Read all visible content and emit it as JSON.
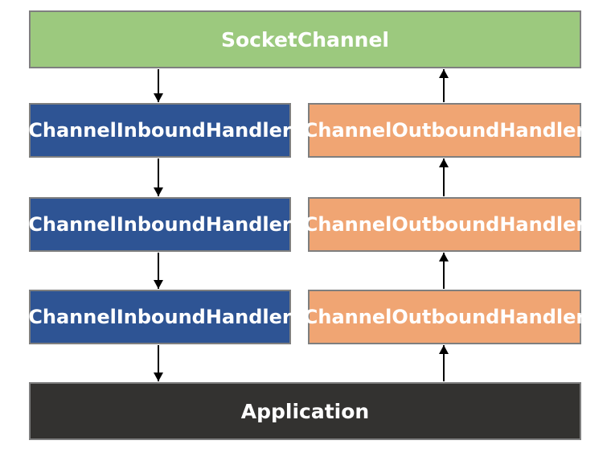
{
  "pipeline": {
    "socket": {
      "label": "SocketChannel"
    },
    "rows": [
      {
        "inbound": "ChannelInboundHandler",
        "outbound": "ChannelOutboundHandler"
      },
      {
        "inbound": "ChannelInboundHandler",
        "outbound": "ChannelOutboundHandler"
      },
      {
        "inbound": "ChannelInboundHandler",
        "outbound": "ChannelOutboundHandler"
      }
    ],
    "application": {
      "label": "Application"
    }
  },
  "colors": {
    "socket_fill": "#9CC97E",
    "inbound_fill": "#2E5494",
    "outbound_fill": "#F0A573",
    "application_fill": "#333230",
    "border": "#7F7F7F",
    "text": "#FFFFFF",
    "arrow": "#000000"
  }
}
